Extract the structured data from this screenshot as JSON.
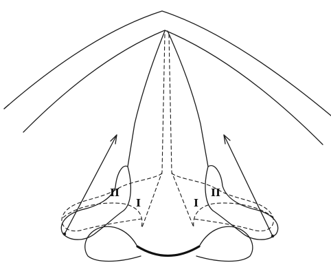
{
  "labels": {
    "left_outer": "II",
    "left_inner": "I",
    "right_inner": "I",
    "right_outer": "II"
  },
  "colors": {
    "ink": "#1a1a1a",
    "background": "#ffffff"
  }
}
